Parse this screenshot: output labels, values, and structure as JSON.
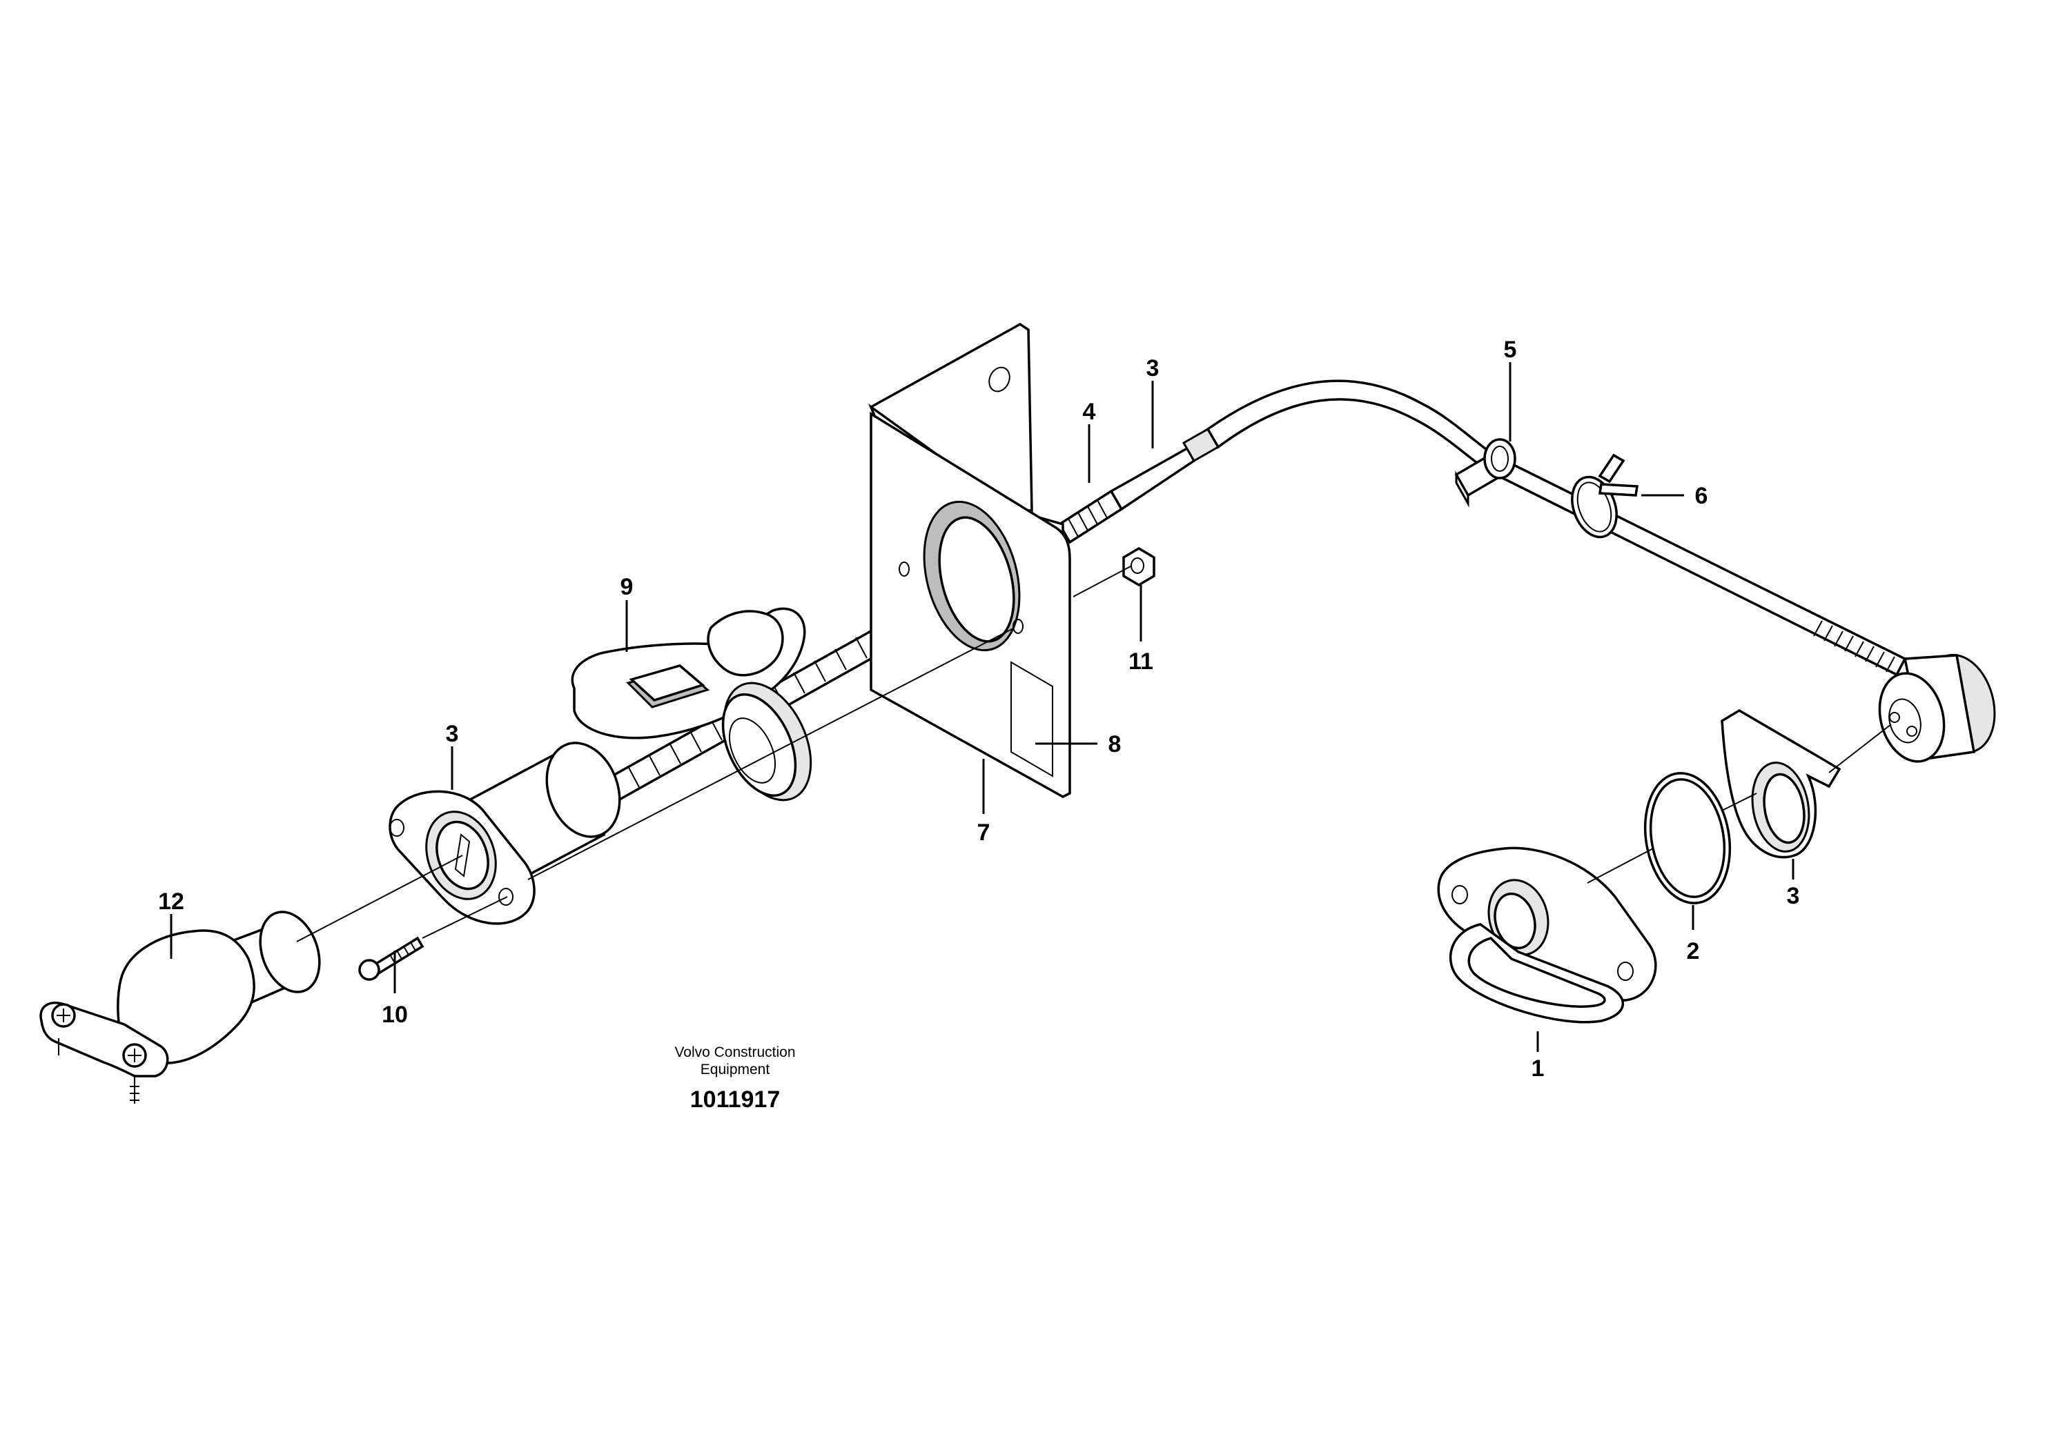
{
  "diagram": {
    "credit_line1": "Volvo Construction",
    "credit_line2": "Equipment",
    "figure_code": "1011917",
    "callouts": {
      "c1": "1",
      "c2": "2",
      "c3_cable": "3",
      "c3_left": "3",
      "c3_right": "3",
      "c4": "4",
      "c5": "5",
      "c6": "6",
      "c7": "7",
      "c8": "8",
      "c9": "9",
      "c10": "10",
      "c11": "11",
      "c12": "12"
    }
  }
}
